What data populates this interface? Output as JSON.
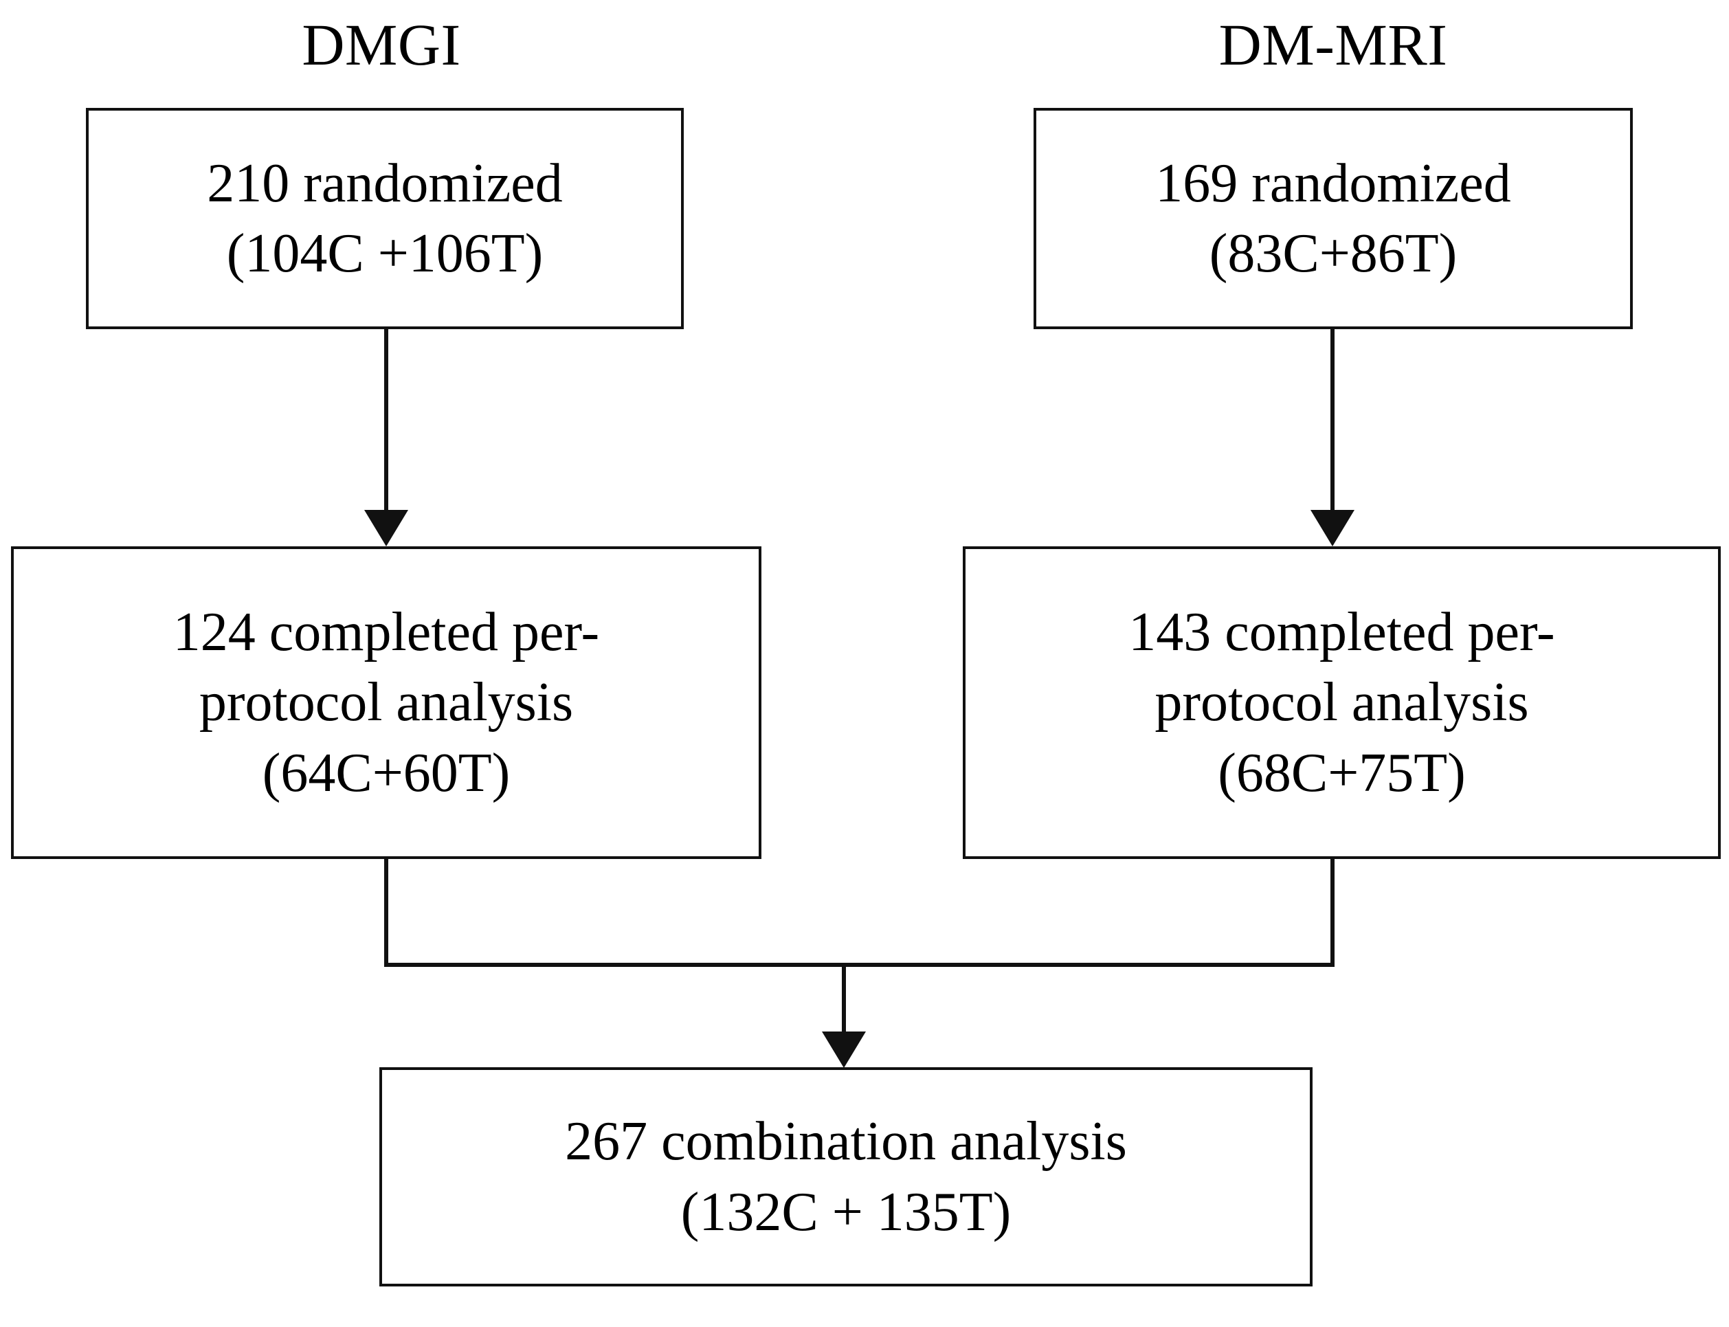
{
  "diagram": {
    "type": "flowchart",
    "orientation": "top-to-bottom",
    "background_color": "#ffffff",
    "line_color": "#111111",
    "text_color": "#000000",
    "groups": [
      {
        "id": "dmgi",
        "title": "DMGI"
      },
      {
        "id": "dmmri",
        "title": "DM-MRI"
      }
    ],
    "nodes": {
      "dmgi_randomized": {
        "line1": "210 randomized",
        "line2": "(104C +106T)",
        "count": 210,
        "control": 104,
        "treatment": 106
      },
      "dmmri_randomized": {
        "line1": "169 randomized",
        "line2": "(83C+86T)",
        "count": 169,
        "control": 83,
        "treatment": 86
      },
      "dmgi_per_protocol": {
        "line1": "124 completed per-",
        "line2": "protocol analysis",
        "line3": "(64C+60T)",
        "count": 124,
        "control": 64,
        "treatment": 60
      },
      "dmmri_per_protocol": {
        "line1": "143 completed per-",
        "line2": "protocol analysis",
        "line3": "(68C+75T)",
        "count": 143,
        "control": 68,
        "treatment": 75
      },
      "combination": {
        "line1": "267 combination analysis",
        "line2": "(132C + 135T)",
        "count": 267,
        "control": 132,
        "treatment": 135
      }
    },
    "edges": [
      {
        "from": "dmgi_randomized",
        "to": "dmgi_per_protocol",
        "arrow": "down"
      },
      {
        "from": "dmmri_randomized",
        "to": "dmmri_per_protocol",
        "arrow": "down"
      },
      {
        "from": "dmgi_per_protocol",
        "to": "combination",
        "arrow": "merge-down"
      },
      {
        "from": "dmmri_per_protocol",
        "to": "combination",
        "arrow": "merge-down"
      }
    ]
  }
}
